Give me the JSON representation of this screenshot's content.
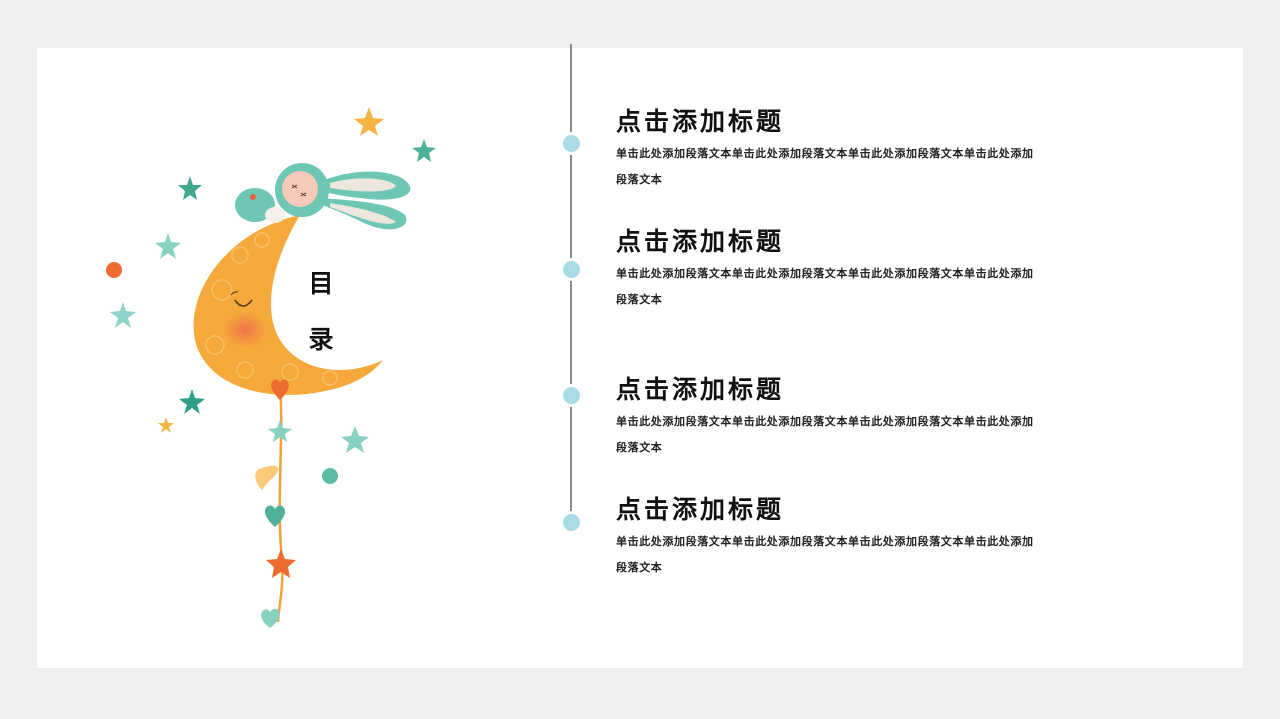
{
  "toc": {
    "title_line1": "目",
    "title_line2": "录"
  },
  "items": [
    {
      "title": "点击添加标题",
      "body": "单击此处添加段落文本单击此处添加段落文本单击此处添加段落文本单击此处添加段落文本"
    },
    {
      "title": "点击添加标题",
      "body": "单击此处添加段落文本单击此处添加段落文本单击此处添加段落文本单击此处添加段落文本"
    },
    {
      "title": "点击添加标题",
      "body": "单击此处添加段落文本单击此处添加段落文本单击此处添加段落文本单击此处添加段落文本"
    },
    {
      "title": "点击添加标题",
      "body": "单击此处添加段落文本单击此处添加段落文本单击此处添加段落文本单击此处添加段落文本"
    }
  ],
  "colors": {
    "background": "#f0f0f0",
    "slide": "#ffffff",
    "timeline_line": "#8a8a8a",
    "timeline_dot": "#a8dbe3",
    "moon": "#f6a93b",
    "teal": "#6ec6b4",
    "orange_accent": "#ee6b32"
  }
}
